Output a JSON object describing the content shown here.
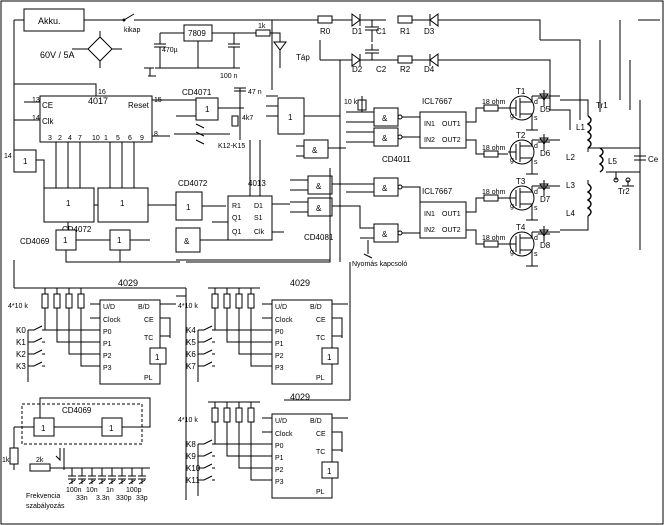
{
  "power": {
    "battery": "Akku.",
    "switch": "kikap",
    "supply": "60V / 5A",
    "regulator": "7809",
    "cap_470": "470µ",
    "cap_100n": "100 n",
    "res_1k": "1k",
    "led": "Táp"
  },
  "top_rail": {
    "r0": "R0",
    "d1": "D1",
    "d2": "D2",
    "d3": "D3",
    "d4": "D4",
    "c1": "C1",
    "c2": "C2",
    "r1": "R1",
    "r2": "R2"
  },
  "counter": {
    "chip": "4017",
    "ce": "CE",
    "reset": "Reset",
    "clk": "Clk",
    "pin13": "13",
    "pin14": "14",
    "pin15": "15",
    "pin16": "16",
    "pin8": "8",
    "outputs": [
      "3",
      "2",
      "4",
      "7",
      "10",
      "1",
      "5",
      "6",
      "9"
    ]
  },
  "cd4071": {
    "chip": "CD4071",
    "cap": "47 n",
    "res": "4k7",
    "keys": "K12-K15"
  },
  "cd4072_a": {
    "chip": "CD4072"
  },
  "cd4072_b": {
    "chip": "CD4072"
  },
  "cd4069_top": {
    "chip": "CD4069"
  },
  "ff4013": {
    "chip": "4013",
    "r1": "R1",
    "q1": "Q1",
    "q1n": "Q1",
    "d1": "D1",
    "s1": "S1",
    "clk": "Clk"
  },
  "cd4081": {
    "chip": "CD4081"
  },
  "cd4011": {
    "chip": "CD4011",
    "res": "10 k",
    "switch": "Nyomás kapcsoló"
  },
  "drivers": [
    {
      "chip": "ICL7667",
      "in1": "IN1",
      "in2": "IN2",
      "out1": "OUT1",
      "out2": "OUT2",
      "res": "18 ohm"
    },
    {
      "chip": "ICL7667",
      "in1": "IN1",
      "in2": "IN2",
      "out1": "OUT1",
      "out2": "OUT2",
      "res": "18 ohm"
    }
  ],
  "mosfets": [
    {
      "t": "T1",
      "d": "D5",
      "g": "g",
      "dd": "d",
      "s": "s"
    },
    {
      "t": "T2",
      "d": "D6",
      "g": "g",
      "dd": "d",
      "s": "s"
    },
    {
      "t": "T3",
      "d": "D7",
      "g": "g",
      "dd": "d",
      "s": "s"
    },
    {
      "t": "T4",
      "d": "D8",
      "g": "g",
      "dd": "d",
      "s": "s"
    }
  ],
  "transformer": {
    "tr1": "Tr1",
    "tr2": "Tr2",
    "l1": "L1",
    "l2": "L2",
    "l3": "L3",
    "l4": "L4",
    "l5": "L5",
    "ce": "Ce"
  },
  "counters4029": [
    {
      "chip": "4029",
      "res": "4*10 k",
      "keys": [
        "K0",
        "K1",
        "K2",
        "K3"
      ],
      "pins": {
        "ud": "U/D",
        "bd": "B/D",
        "clock": "Clock",
        "ce": "CE",
        "tc": "TC",
        "pl": "PL",
        "p0": "P0",
        "p1": "P1",
        "p2": "P2",
        "p3": "P3"
      }
    },
    {
      "chip": "4029",
      "res": "4*10 k",
      "keys": [
        "K4",
        "K5",
        "K6",
        "K7"
      ],
      "pins": {
        "ud": "U/D",
        "bd": "B/D",
        "clock": "Clock",
        "ce": "CE",
        "tc": "TC",
        "pl": "PL",
        "p0": "P0",
        "p1": "P1",
        "p2": "P2",
        "p3": "P3"
      }
    },
    {
      "chip": "4029",
      "res": "4*10 k",
      "keys": [
        "K8",
        "K9",
        "K10",
        "K11"
      ],
      "pins": {
        "ud": "U/D",
        "bd": "B/D",
        "clock": "Clock",
        "ce": "CE",
        "tc": "TC",
        "pl": "PL",
        "p0": "P0",
        "p1": "P1",
        "p2": "P2",
        "p3": "P3"
      }
    }
  ],
  "oscillator": {
    "chip": "CD4069",
    "res1k": "1k",
    "res2k": "2k",
    "caps": [
      "100n",
      "33n",
      "10n",
      "3.3n",
      "1n",
      "330p",
      "100p",
      "33p"
    ],
    "label_line1": "Frekvencia",
    "label_line2": "szabályozás"
  },
  "gate": {
    "one": "1",
    "amp": "&"
  }
}
